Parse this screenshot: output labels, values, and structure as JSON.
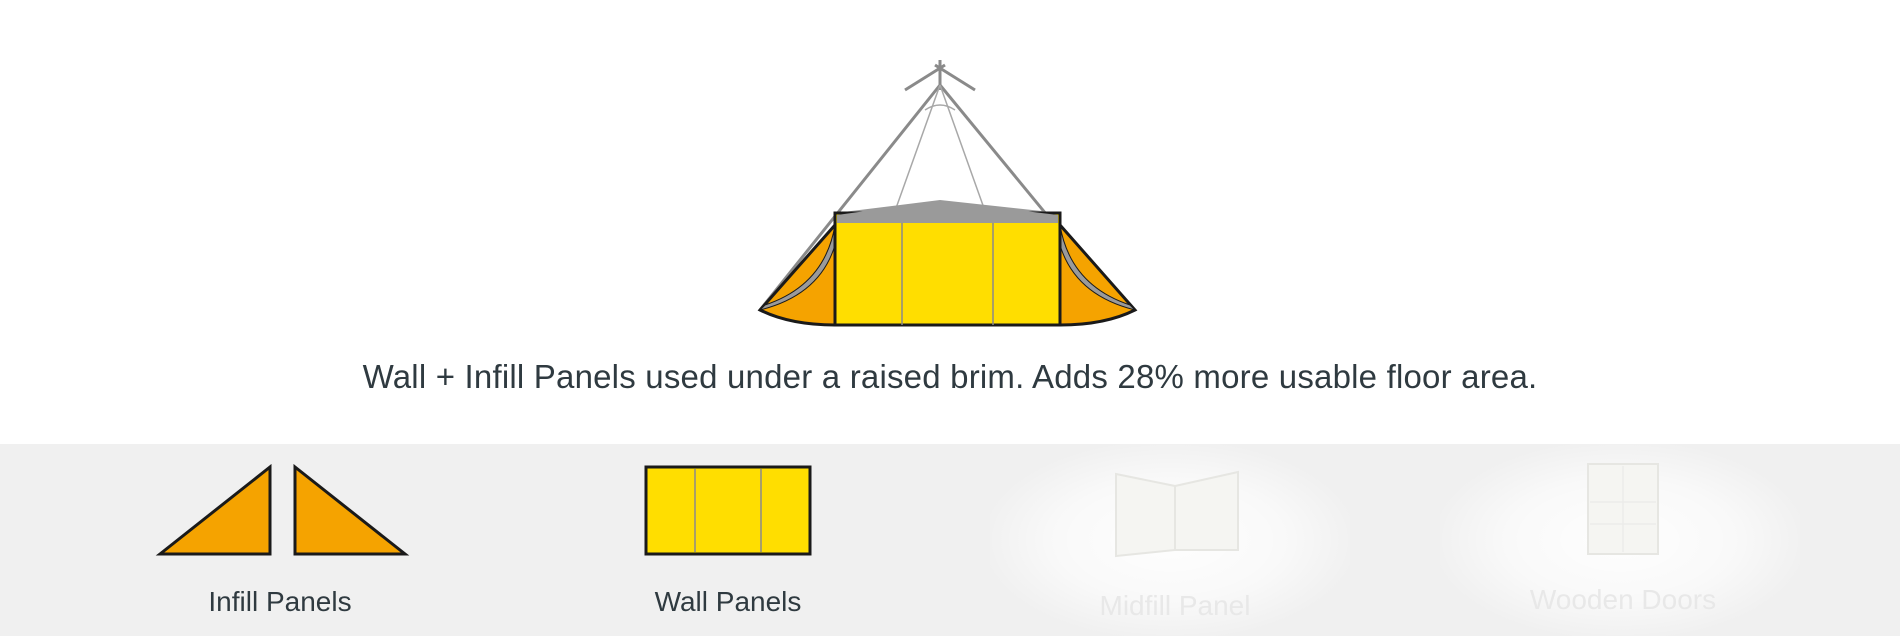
{
  "hero": {
    "caption": "Wall + Infill Panels used under a raised brim. Adds 28% more usable floor area."
  },
  "options": [
    {
      "label": "Infill Panels",
      "state": "selected"
    },
    {
      "label": "Wall Panels",
      "state": "selected"
    },
    {
      "label": "Midfill Panel",
      "state": "disabled"
    },
    {
      "label": "Wooden Doors",
      "state": "disabled"
    }
  ],
  "colors": {
    "wall_yellow": "#ffde00",
    "infill_orange": "#f5a300",
    "canvas_grey": "#9a9a9a",
    "outline": "#1a1a1a",
    "text": "#2f3a40",
    "tray_bg": "#f0f0f0"
  }
}
